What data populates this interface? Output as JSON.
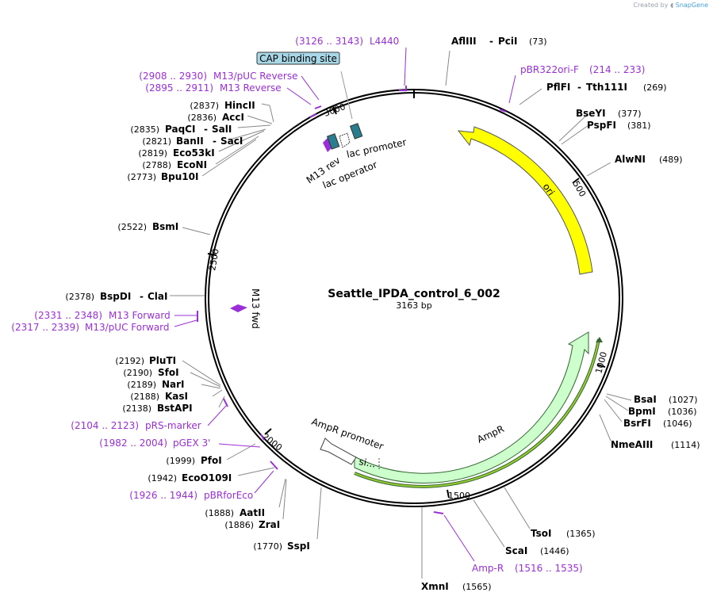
{
  "header": {
    "created_by": "Created by",
    "brand": "SnapGene"
  },
  "plasmid": {
    "name": "Seattle_IPDA_control_6_002",
    "size": "3163 bp"
  },
  "ticks": [
    "500",
    "1000",
    "1500",
    "2000",
    "2500",
    "3000"
  ],
  "sites": [
    {
      "name": "AflIII",
      "name2": "PciI",
      "pos": "(73)"
    },
    {
      "name": "PflFI",
      "name2": "Tth111I",
      "pos": "(269)"
    },
    {
      "name": "BseYI",
      "pos": "(377)"
    },
    {
      "name": "PspFI",
      "pos": "(381)"
    },
    {
      "name": "AlwNI",
      "pos": "(489)"
    },
    {
      "name": "BsaI",
      "pos": "(1027)"
    },
    {
      "name": "BpmI",
      "pos": "(1036)"
    },
    {
      "name": "BsrFI",
      "pos": "(1046)"
    },
    {
      "name": "NmeAIII",
      "pos": "(1114)"
    },
    {
      "name": "TsoI",
      "pos": "(1365)"
    },
    {
      "name": "ScaI",
      "pos": "(1446)"
    },
    {
      "name": "XmnI",
      "pos": "(1565)"
    },
    {
      "name": "SspI",
      "pos": "(1770)"
    },
    {
      "name": "ZraI",
      "pos": "(1886)"
    },
    {
      "name": "AatII",
      "pos": "(1888)"
    },
    {
      "name": "EcoO109I",
      "pos": "(1942)"
    },
    {
      "name": "PfoI",
      "pos": "(1999)"
    },
    {
      "name": "BstAPI",
      "pos": "(2138)"
    },
    {
      "name": "KasI",
      "pos": "(2188)"
    },
    {
      "name": "NarI",
      "pos": "(2189)"
    },
    {
      "name": "SfoI",
      "pos": "(2190)"
    },
    {
      "name": "PluTI",
      "pos": "(2192)"
    },
    {
      "name": "BspDI",
      "name2": "ClaI",
      "pos": "(2378)"
    },
    {
      "name": "BsmI",
      "pos": "(2522)"
    },
    {
      "name": "Bpu10I",
      "pos": "(2773)"
    },
    {
      "name": "EcoNI",
      "pos": "(2788)"
    },
    {
      "name": "Eco53kI",
      "pos": "(2819)"
    },
    {
      "name": "BanII",
      "name2": "SacI",
      "pos": "(2821)"
    },
    {
      "name": "PaqCI",
      "name2": "SalI",
      "pos": "(2835)"
    },
    {
      "name": "AccI",
      "pos": "(2836)"
    },
    {
      "name": "HincII",
      "pos": "(2837)"
    }
  ],
  "primers": [
    {
      "range": "(3126 .. 3143)",
      "name": "L4440"
    },
    {
      "name": "pBR322ori-F",
      "range": "(214 .. 233)"
    },
    {
      "range": "(2908 .. 2930)",
      "name": "M13/pUC Reverse"
    },
    {
      "range": "(2895 .. 2911)",
      "name": "M13 Reverse"
    },
    {
      "range": "(2331 .. 2348)",
      "name": "M13 Forward"
    },
    {
      "range": "(2317 .. 2339)",
      "name": "M13/pUC Forward"
    },
    {
      "range": "(2104 .. 2123)",
      "name": "pRS-marker"
    },
    {
      "range": "(1982 .. 2004)",
      "name": "pGEX 3'"
    },
    {
      "range": "(1926 .. 1944)",
      "name": "pBRforEco"
    },
    {
      "name": "Amp-R",
      "range": "(1516 .. 1535)"
    }
  ],
  "features": {
    "ori": "ori",
    "ampr": "AmpR",
    "ampr_promoter": "AmpR promoter",
    "signal": "si...",
    "cap": "CAP binding site",
    "m13_rev": "M13 rev",
    "lac_operator": "lac operator",
    "lac_promoter": "lac promoter",
    "m13_fwd": "M13 fwd"
  },
  "colors": {
    "primer": "#9a2fd8",
    "ori": "#ffff00",
    "ampr": "#ccffcc",
    "ampr_outline": "#336633",
    "cap": "#a8d8e8",
    "lac_operator": "#2a7d8c"
  }
}
